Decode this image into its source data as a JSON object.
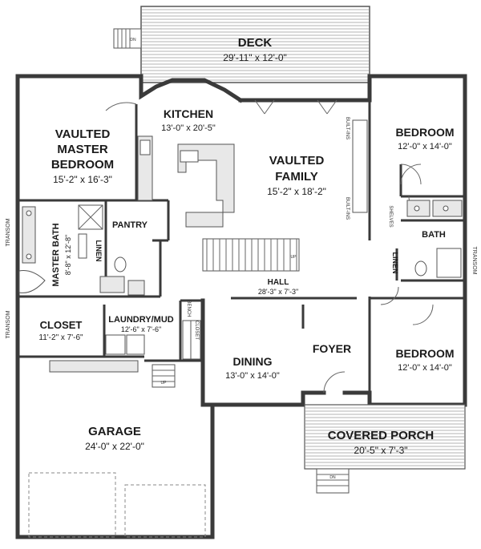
{
  "rooms": {
    "deck": {
      "name": "DECK",
      "dim": "29'-11\" x 12'-0\""
    },
    "kitchen": {
      "name": "KITCHEN",
      "dim": "13'-0\" x 20'-5\""
    },
    "master": {
      "name1": "VAULTED",
      "name2": "MASTER",
      "name3": "BEDROOM",
      "dim": "15'-2\" x 16'-3\""
    },
    "family": {
      "name1": "VAULTED",
      "name2": "FAMILY",
      "dim": "15'-2\" x 18'-2\""
    },
    "bedroom1": {
      "name": "BEDROOM",
      "dim": "12'-0\" x 14'-0\""
    },
    "bedroom2": {
      "name": "BEDROOM",
      "dim": "12'-0\" x 14'-0\""
    },
    "pantry": {
      "name": "PANTRY"
    },
    "linen1": {
      "name": "LINEN"
    },
    "linen2": {
      "name": "LINEN"
    },
    "master_bath": {
      "name": "MASTER BATH",
      "dim": "8'-8\" x 12'-8\""
    },
    "bath": {
      "name": "BATH"
    },
    "hall": {
      "name": "HALL",
      "dim": "28'-3\" x 7'-3\""
    },
    "closet": {
      "name": "CLOSET",
      "dim": "11'-2\" x 7'-6\""
    },
    "laundry": {
      "name": "LAUNDRY/MUD",
      "dim": "12'-6\" x 7'-6\""
    },
    "dining": {
      "name": "DINING",
      "dim": "13'-0\" x 14'-0\""
    },
    "foyer": {
      "name": "FOYER"
    },
    "garage": {
      "name": "GARAGE",
      "dim": "24'-0\" x 22'-0\""
    },
    "porch": {
      "name": "COVERED PORCH",
      "dim": "20'-5\" x 7'-3\""
    }
  },
  "labels": {
    "builtins_top": "BUILT-INS",
    "builtins_bottom": "BUILT-INS",
    "shelves": "SHELVES",
    "transom_left_top": "TRANSOM",
    "transom_left_bottom": "TRANSOM",
    "transom_right": "TRANSOM",
    "bench": "BENCH",
    "closet_small": "CLOSET",
    "up_stairs": "UP",
    "dn_deck": "DN",
    "dn_porch": "DN",
    "up_garage": "UP"
  }
}
